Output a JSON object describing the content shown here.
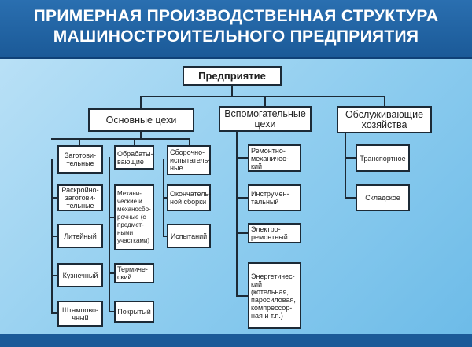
{
  "title": {
    "line1": "ПРИМЕРНАЯ ПРОИЗВОДСТВЕННАЯ СТРУКТУРА",
    "line2": "МАШИНОСТРОИТЕЛЬНОГО ПРЕДПРИЯТИЯ"
  },
  "root": "Предприятие",
  "groups": {
    "main": {
      "label": "Основные цехи",
      "col1": [
        "Заготови-тельные",
        "Раскройно-заготови-тельные",
        "Литейный",
        "Кузнечный",
        "Штампово-чный"
      ],
      "col2": [
        "Обрабаты-вающие",
        "Механи-ческие и механосбо-рочные (с предмет-ными участками)",
        "Термиче-ский",
        "Покрытый"
      ],
      "col3": [
        "Сборочно-испытатель-ные",
        "Окончатель-ной сборки",
        "Испытаний"
      ]
    },
    "aux": {
      "label": "Вспомогательные цехи",
      "items": [
        "Ремонтно-механичес-кий",
        "Инструмен-тальный",
        "Электро-ремонтный",
        "Энергетичес-кий (котельная, паросиловая, компрессор-ная и т.п.)"
      ]
    },
    "service": {
      "label": "Обслуживающие хозяйства",
      "items": [
        "Транспортное",
        "Складское"
      ]
    }
  }
}
